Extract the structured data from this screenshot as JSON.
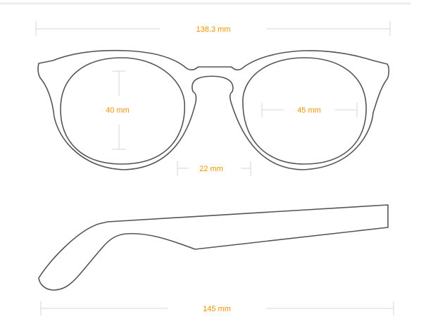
{
  "diagram": {
    "total_width": "138.3 mm",
    "lens_height": "40 mm",
    "lens_width": "45 mm",
    "bridge_width": "22 mm",
    "temple_length": "145 mm"
  },
  "colors": {
    "label": "#f39200",
    "outline": "#555555",
    "dimension_line": "#d4d4d4"
  }
}
